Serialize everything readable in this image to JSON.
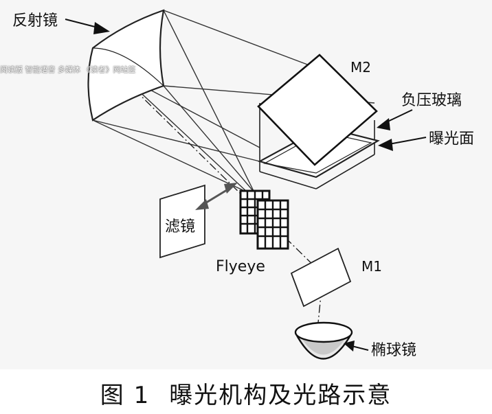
{
  "labels": {
    "reflector": "反射镜",
    "m2": "M2",
    "vacuum_glass": "负压玻璃",
    "exposure_surface": "曝光面",
    "filter": "滤镜",
    "flyeye": "Flyeye",
    "m1": "M1",
    "ellipsoidal_mirror": "椭球镜"
  },
  "watermark": "阅读版  智能语音  多媒体 《读者》网站签",
  "caption": {
    "number": "图 1",
    "title": "曝光机构及光路示意"
  }
}
